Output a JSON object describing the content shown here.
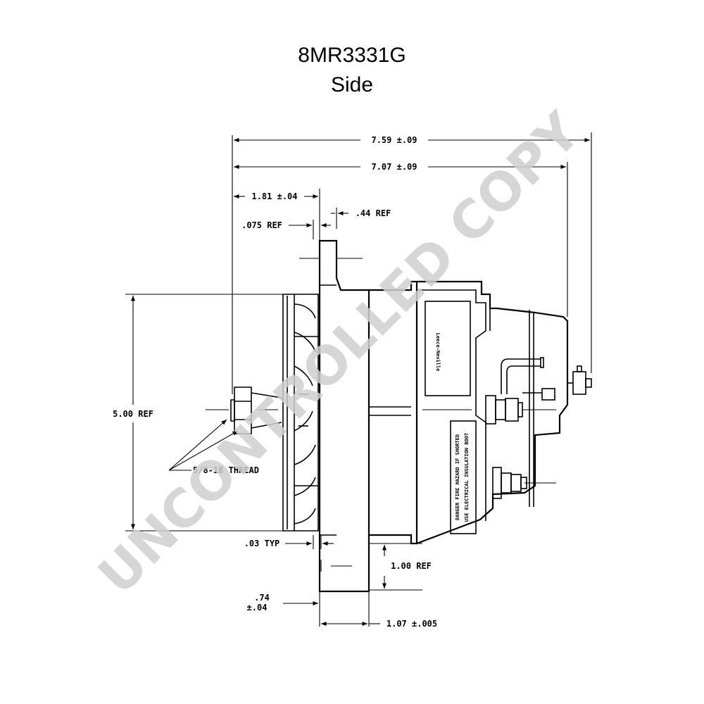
{
  "title": {
    "part_number": "8MR3331G",
    "view": "Side"
  },
  "watermark": "UNCONTROLLED COPY",
  "dimensions": {
    "overall_length": "7.59 ±.09",
    "body_length": "7.07 ±.09",
    "pulley_offset": "1.81 ±.04",
    "ref_075": ".075 REF",
    "ref_44": ".44 REF",
    "diameter": "5.00 REF",
    "thread": "5/8-18 THREAD",
    "typ_03": ".03 TYP",
    "ref_100": "1.00 REF",
    "dim_74_a": ".74",
    "dim_74_b": "±.04",
    "dim_107": "1.07 ±.005"
  },
  "labels": {
    "brand": "Leece-Neville",
    "danger_1": "DANGER FIRE HAZARD IF SHORTED",
    "danger_2": "USE ELECTRICAL INSULATION BOOT"
  }
}
